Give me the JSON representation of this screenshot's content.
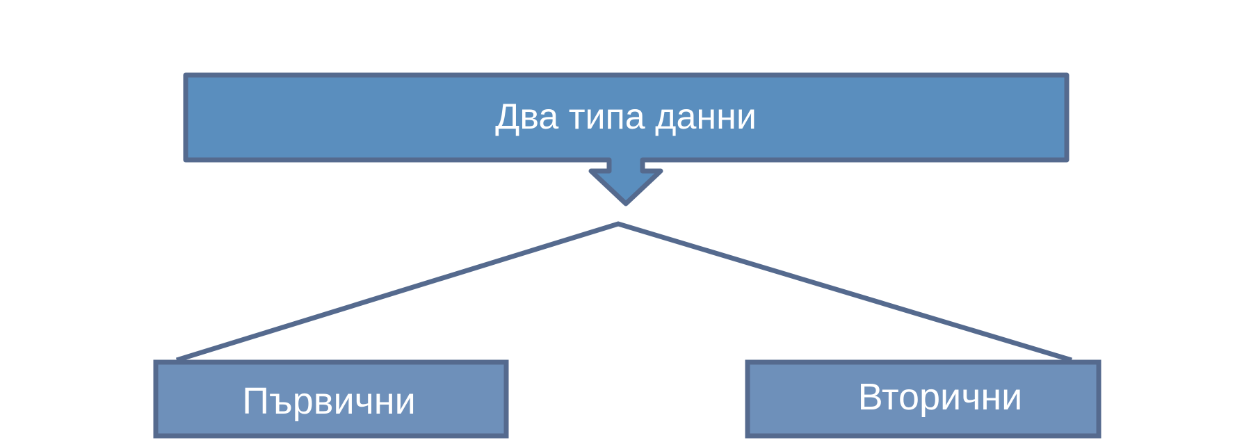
{
  "diagram": {
    "title_box": {
      "label": "Два типа данни"
    },
    "left_box": {
      "label": "Първични"
    },
    "right_box": {
      "label": "Вторични"
    }
  },
  "colors": {
    "title_fill": "#5A8EBE",
    "child_fill": "#6E90BA",
    "border": "#556A8E",
    "text": "#FFFFFF",
    "background": "#FFFFFF"
  }
}
